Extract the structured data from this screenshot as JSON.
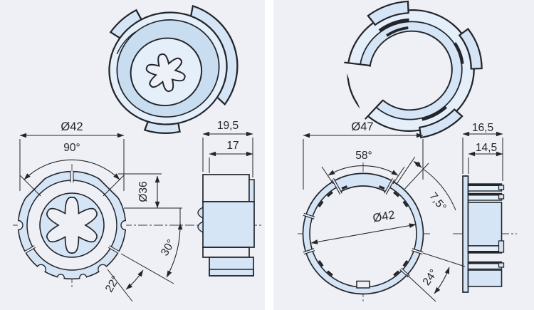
{
  "document": {
    "type": "technical-drawing-sheet"
  },
  "colors": {
    "background": "#eef0f6",
    "part_fill": "#d6e5f6",
    "part_fill_light": "#e5effa",
    "part_fill_mid": "#c9ddf1",
    "hole_fill": "#eef2f8",
    "line": "#22252a",
    "divider": "#ffffff"
  },
  "left_part": {
    "dimensions": {
      "outer_diameter": "Ø42",
      "top_sector_angle": "90°",
      "bore_diameter": "Ø36",
      "notch_angle": "30°",
      "slit_angle": "22°",
      "total_depth": "19,5",
      "inner_depth": "17"
    }
  },
  "right_part": {
    "dimensions": {
      "outer_diameter": "Ø47",
      "top_sector_angle": "58°",
      "tab_angle": "7,5°",
      "inner_diameter": "Ø42",
      "lower_slit_angle": "24°",
      "total_depth": "16,5",
      "inner_depth": "14,5"
    }
  }
}
